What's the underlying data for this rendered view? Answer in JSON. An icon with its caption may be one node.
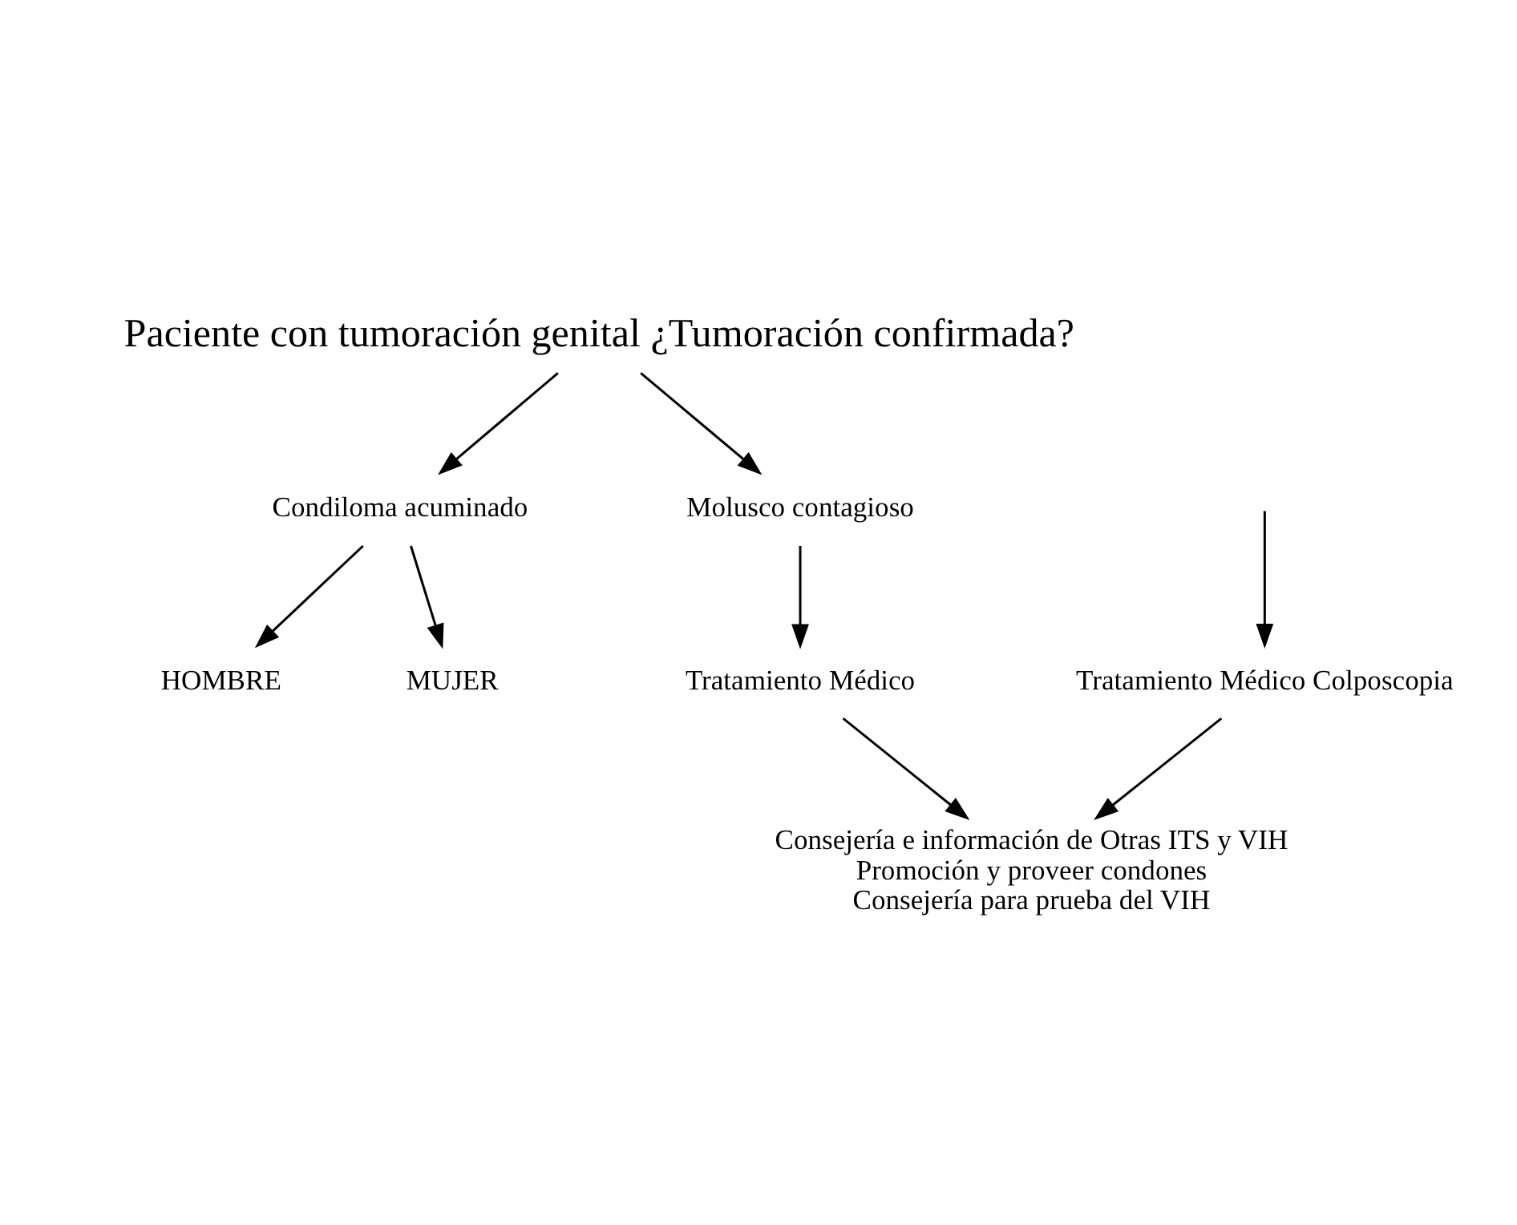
{
  "diagram": {
    "nodes": [
      {
        "text": [
          "Paciente con tumoración genital ¿Tumoración confirmada?"
        ]
      },
      {
        "text": [
          "Condiloma acuminado"
        ]
      },
      {
        "text": [
          "Molusco contagioso"
        ]
      },
      {
        "text": [
          "HOMBRE"
        ]
      },
      {
        "text": [
          "MUJER"
        ]
      },
      {
        "text": [
          "Tratamiento Médico"
        ]
      },
      {
        "text": [
          "Tratamiento Médico Colposcopia"
        ]
      },
      {
        "text": [
          "Consejería e información de Otras ITS y VIH",
          "Promoción y proveer condones",
          "Consejería para prueba del VIH"
        ]
      }
    ],
    "edges": [
      {
        "from": 0,
        "to": 1,
        "arrow": "to"
      },
      {
        "from": 0,
        "to": 2,
        "arrow": "to"
      },
      {
        "from": 1,
        "to": 3,
        "arrow": "to"
      },
      {
        "from": 1,
        "to": 4,
        "arrow": "to"
      },
      {
        "from": 2,
        "to": 5,
        "arrow": "to"
      },
      {
        "from": null,
        "to": 6,
        "arrow": "to"
      },
      {
        "from": 6,
        "to": 7,
        "arrow": "to"
      },
      {
        "from": 5,
        "to": 7,
        "arrow": "to"
      }
    ]
  }
}
